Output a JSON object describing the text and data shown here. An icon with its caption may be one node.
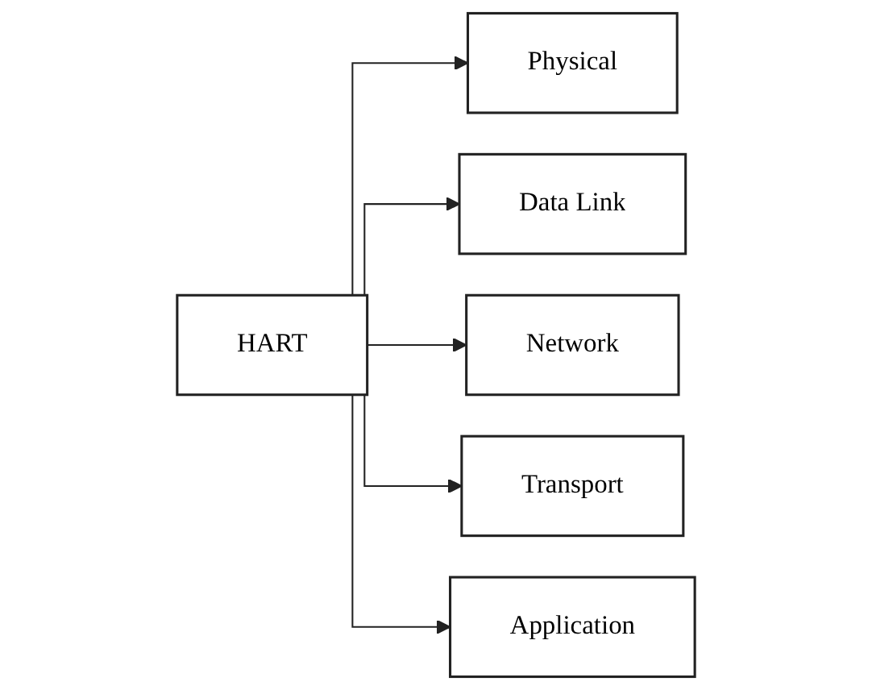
{
  "diagram": {
    "nodes": [
      {
        "text": [
          "HART"
        ]
      },
      {
        "text": [
          "Physical"
        ]
      },
      {
        "text": [
          "Data Link"
        ]
      },
      {
        "text": [
          "Network"
        ]
      },
      {
        "text": [
          "Transport"
        ]
      },
      {
        "text": [
          "Application"
        ]
      }
    ],
    "edges": [
      {
        "from": 0,
        "to": 1,
        "arrow": "to"
      },
      {
        "from": 0,
        "to": 2,
        "arrow": "to"
      },
      {
        "from": 0,
        "to": 3,
        "arrow": "to"
      },
      {
        "from": 0,
        "to": 4,
        "arrow": "to"
      },
      {
        "from": 0,
        "to": 5,
        "arrow": "to"
      }
    ]
  }
}
